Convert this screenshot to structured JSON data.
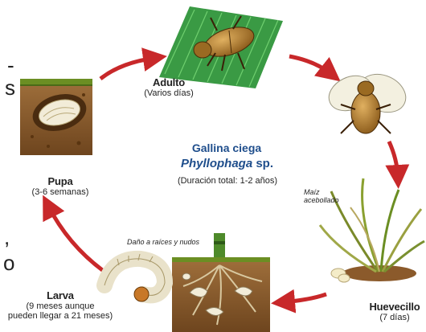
{
  "diagram": {
    "center": {
      "line1": "Gallina ciega",
      "line2_italic": "Phyllophaga",
      "line2_rest": " sp.",
      "line3": "(Duración total: 1-2 años)"
    },
    "stages": {
      "adulto": {
        "name": "Adulto",
        "duration": "(Varios días)"
      },
      "huevecillo": {
        "name": "Huevecillo",
        "duration": "(7 días)"
      },
      "larva": {
        "name": "Larva",
        "duration_line1": "(9 meses aunque",
        "duration_line2": "pueden llegar a 21 meses)"
      },
      "pupa": {
        "name": "Pupa",
        "duration": "(3-6 semanas)"
      }
    },
    "annotations": {
      "maiz_line1": "Maíz",
      "maiz_line2": "acebollado",
      "damage": "Daño a raíces y nudos"
    },
    "cut_off_text": {
      "dash": "-",
      "s": "s",
      "comma": ",",
      "o": "o"
    },
    "colors": {
      "arrow": "#c8282a",
      "title": "#1f4e8c",
      "soil": "#8b5a2b",
      "grass": "#6b8e23",
      "leaf": "#2e8b3a"
    }
  }
}
